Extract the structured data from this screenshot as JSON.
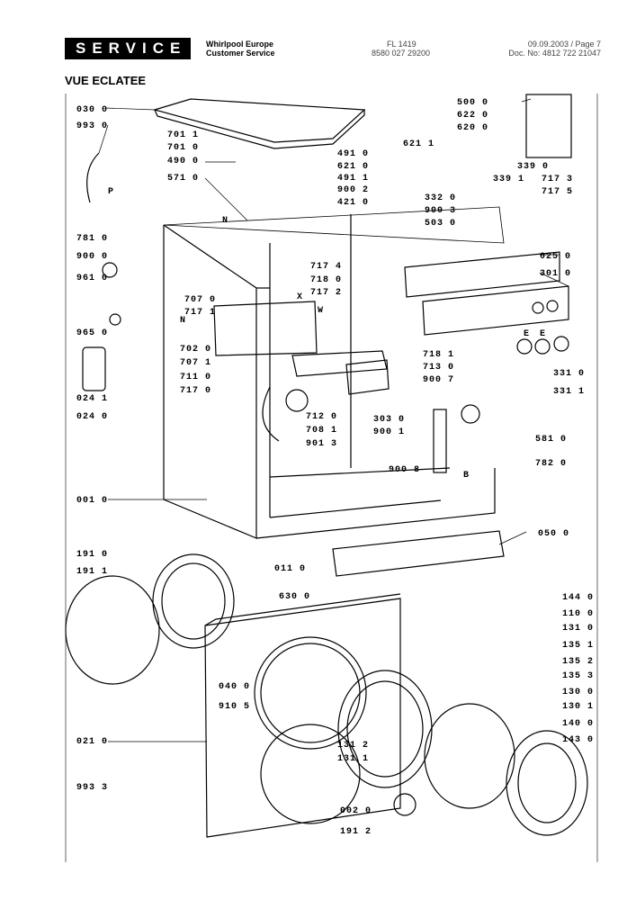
{
  "header": {
    "service": "SERVICE",
    "company_line1": "Whirlpool Europe",
    "company_line2": "Customer Service",
    "model": "FL 1419",
    "code": "8580 027 29200",
    "date_page": "09.09.2003 / Page 7",
    "doc_no": "Doc. No: 4812 722 21047"
  },
  "section_title": "VUE ECLATEE",
  "part_labels": [
    "030 0",
    "993 0",
    "701 1",
    "701 0",
    "490 0",
    "571 0",
    "491 0",
    "621 0",
    "491 1",
    "900 2",
    "421 0",
    "500 0",
    "622 0",
    "620 0",
    "621 1",
    "339 0",
    "339 1",
    "717 3",
    "717 5",
    "332 0",
    "900 3",
    "503 0",
    "781 0",
    "900 0",
    "961 0",
    "965 0",
    "024 1",
    "024 0",
    "707 0",
    "717 1",
    "702 0",
    "707 1",
    "711 0",
    "717 0",
    "717 4",
    "718 0",
    "717 2",
    "025 0",
    "301 0",
    "718 1",
    "713 0",
    "900 7",
    "331 0",
    "331 1",
    "712 0",
    "708 1",
    "901 3",
    "303 0",
    "900 1",
    "581 0",
    "782 0",
    "900 8",
    "001 0",
    "050 0",
    "191 0",
    "191 1",
    "011 0",
    "630 0",
    "144 0",
    "110 0",
    "131 0",
    "135 1",
    "135 2",
    "135 3",
    "130 0",
    "130 1",
    "140 0",
    "143 0",
    "040 0",
    "910 5",
    "021 0",
    "131 1",
    "131 2",
    "993 3",
    "002 0",
    "191 2"
  ],
  "letter_labels": [
    "P",
    "N",
    "X",
    "W",
    "N",
    "E",
    "E",
    "B"
  ]
}
